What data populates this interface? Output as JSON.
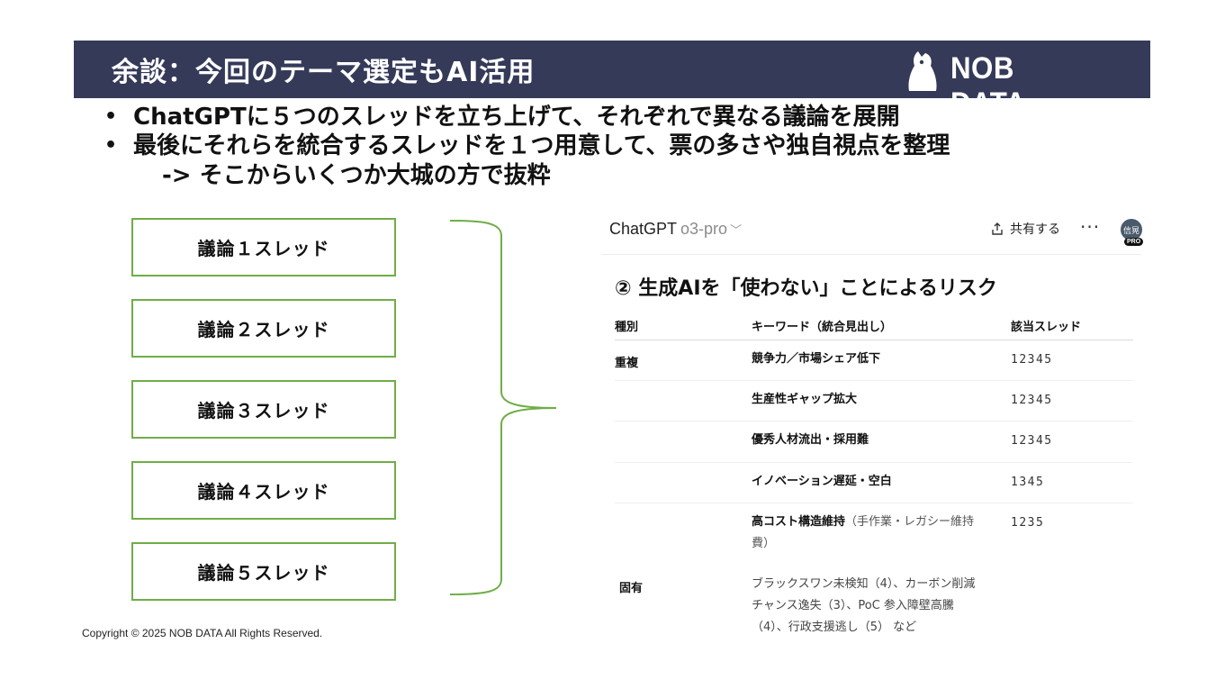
{
  "slide": {
    "title": "余談：今回のテーマ選定もAI活用",
    "logo_text": "NOB DATA",
    "bullets": [
      "ChatGPTに５つのスレッドを立ち上げて、それぞれで異なる議論を展開",
      "最後にそれらを統合するスレッドを１つ用意して、票の多さや独自視点を整理"
    ],
    "sub_bullet": "-> そこからいくつか大城の方で抜粋",
    "threads": [
      "議論１スレッド",
      "議論２スレッド",
      "議論３スレッド",
      "議論４スレッド",
      "議論５スレッド"
    ],
    "copyright": "Copyright © 2025 NOB DATA All Rights Reserved.",
    "colors": {
      "header_bg": "#353a59",
      "box_border": "#70ad47"
    }
  },
  "chat": {
    "app_name": "ChatGPT",
    "model": "o3-pro",
    "share_label": "共有する",
    "more_label": "···",
    "avatar_text": "信晃",
    "pro_badge": "PRO",
    "heading": "② 生成AIを「使わない」ことによるリスク",
    "table": {
      "headers": [
        "種別",
        "キーワード（統合見出し）",
        "該当スレッド"
      ],
      "rows": [
        {
          "type": "重複",
          "keyword": "競争力／市場シェア低下",
          "note": "",
          "threads": "12345"
        },
        {
          "type": "",
          "keyword": "生産性ギャップ拡大",
          "note": "",
          "threads": "12345"
        },
        {
          "type": "",
          "keyword": "優秀人材流出・採用難",
          "note": "",
          "threads": "12345"
        },
        {
          "type": "",
          "keyword": "イノベーション遅延・空白",
          "note": "",
          "threads": "1345"
        },
        {
          "type": "",
          "keyword": "高コスト構造維持",
          "note": "（手作業・レガシー維持費）",
          "threads": "1235"
        }
      ],
      "unique": {
        "type": "固有",
        "text": "ブラックスワン未検知（4）、カーボン削減チャンス逸失（3）、PoC 参入障壁高騰（4）、行政支援逃し（5） など"
      }
    }
  }
}
